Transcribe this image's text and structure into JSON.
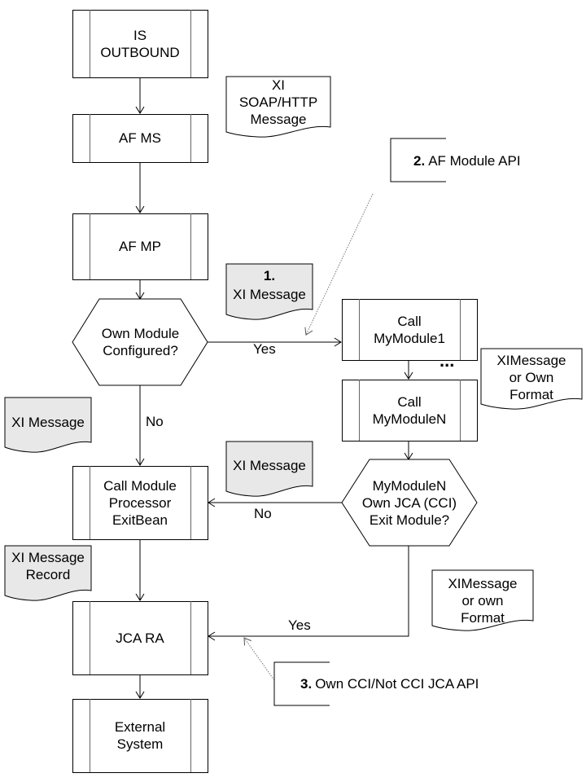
{
  "diagram": {
    "processes": {
      "is_outbound": "IS\nOUTBOUND",
      "af_ms": "AF MS",
      "af_mp": "AF MP",
      "call_mymodule1": "Call\nMyModule1",
      "call_mymodulen": "Call\nMyModuleN",
      "call_module_processor": "Call Module\nProcessor\nExitBean",
      "jca_ra": "JCA RA",
      "external_system": "External\nSystem"
    },
    "decisions": {
      "own_module_configured": "Own Module\nConfigured?",
      "mymodulen_exit": "MyModuleN\nOwn JCA (CCI)\nExit Module?"
    },
    "documents": {
      "xi_soap_http": "XI\nSOAP/HTTP\nMessage",
      "xi_message_1_num": "1.",
      "xi_message_1": "XI Message",
      "ximessage_or_own_format": "XIMessage\nor Own\nFormat",
      "xi_message_left": "XI Message",
      "xi_message_mid": "XI Message",
      "xi_message_record": "XI Message\nRecord",
      "ximessage_or_own_format_2": "XIMessage\nor own\nFormat"
    },
    "annotations": {
      "af_module_api_num": "2.",
      "af_module_api": "AF Module API",
      "jca_api_num": "3.",
      "jca_api": "Own CCI/Not CCI JCA API"
    },
    "edge_labels": {
      "yes_1": "Yes",
      "no_1": "No",
      "no_2": "No",
      "yes_2": "Yes",
      "ellipsis": "..."
    },
    "colors": {
      "shaded_document": "#e8e8e8",
      "line": "#000000",
      "dotted_line": "#808080"
    }
  }
}
